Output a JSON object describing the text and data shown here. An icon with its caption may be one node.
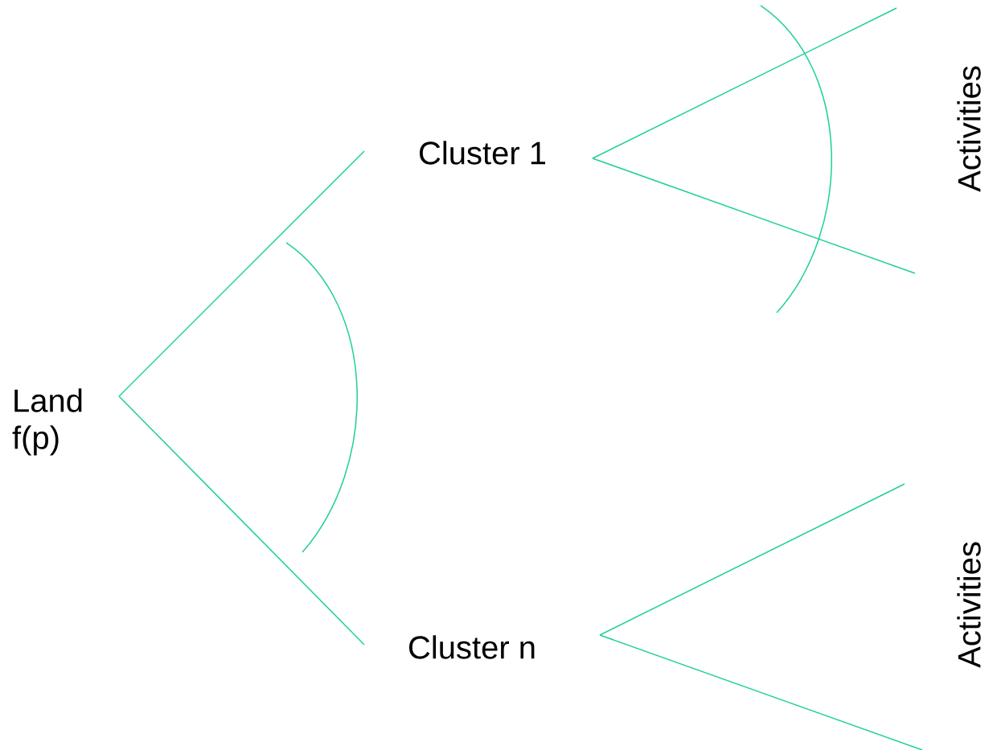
{
  "diagram": {
    "nodes": [
      {
        "text": [
          "Land f(p)"
        ]
      },
      {
        "text": [
          "Cluster 1"
        ]
      },
      {
        "text": [
          "Cluster n"
        ]
      }
    ],
    "edges": [
      {
        "from": 0,
        "to": 1,
        "arrow": "none"
      },
      {
        "from": 0,
        "to": 2,
        "arrow": "none"
      },
      {
        "from": 1,
        "to": null,
        "arrow": "none"
      },
      {
        "from": 1,
        "to": null,
        "arrow": "none"
      },
      {
        "from": 2,
        "to": null,
        "arrow": "none"
      },
      {
        "from": 2,
        "to": null,
        "arrow": "none"
      }
    ],
    "labels": [
      "Activities",
      "Activities"
    ]
  }
}
